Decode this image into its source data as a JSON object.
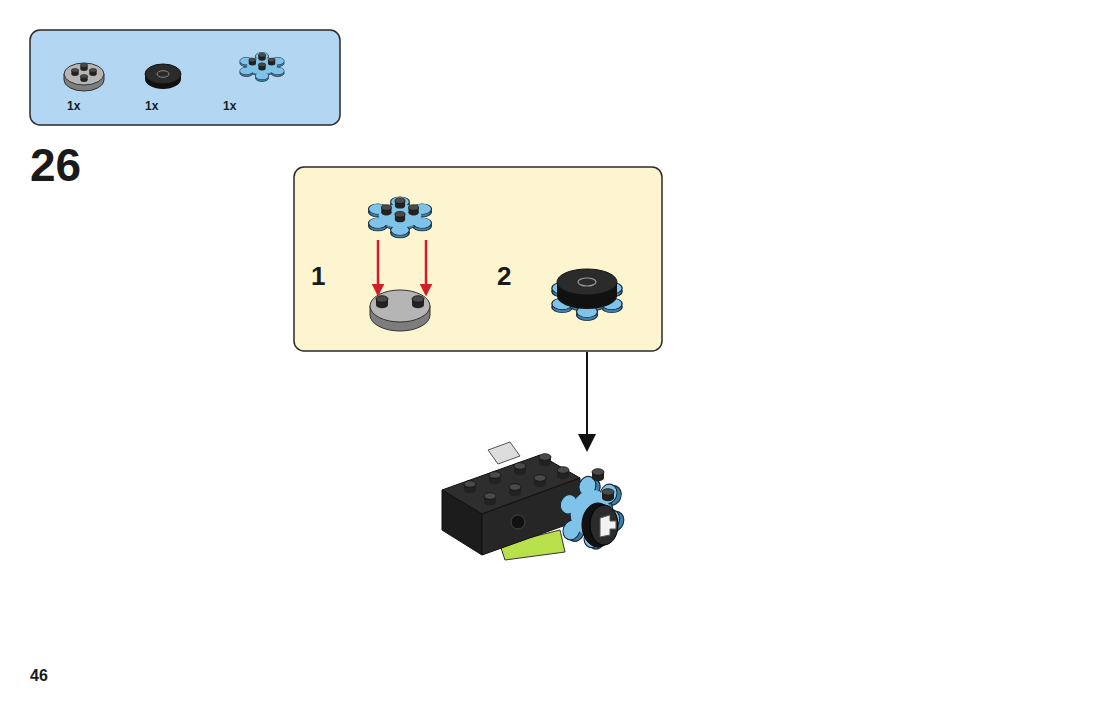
{
  "diagram": {
    "nodes": [
      {
        "text": [
          "1x",
          "1x",
          "1x"
        ]
      },
      {
        "text": [
          "1",
          "2"
        ]
      }
    ],
    "labels": [
      "26",
      "46"
    ]
  }
}
